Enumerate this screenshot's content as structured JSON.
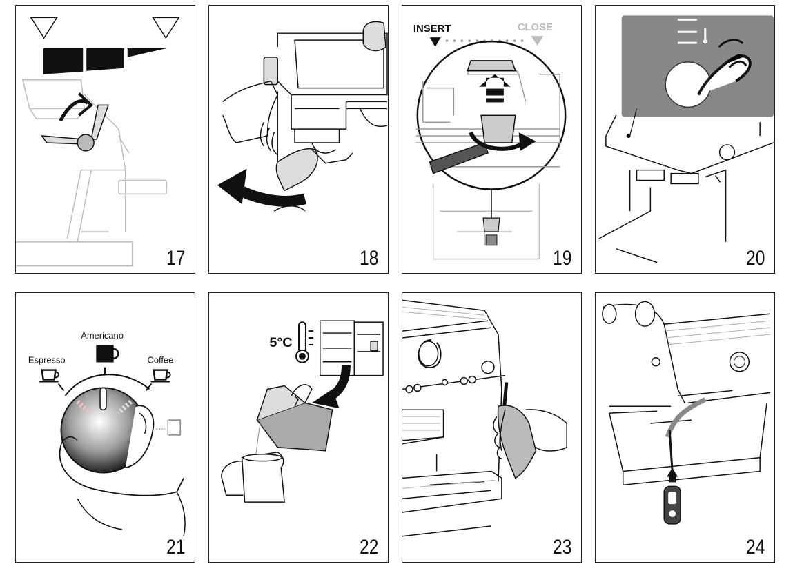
{
  "panels": [
    {
      "number": "17"
    },
    {
      "number": "18"
    },
    {
      "number": "19",
      "insert_label": "INSERT",
      "close_label": "CLOSE"
    },
    {
      "number": "20"
    },
    {
      "number": "21",
      "espresso_label": "Espresso",
      "americano_label": "Americano",
      "coffee_label": "Coffee"
    },
    {
      "number": "22",
      "temperature_label": "5°C"
    },
    {
      "number": "23"
    },
    {
      "number": "24"
    }
  ]
}
